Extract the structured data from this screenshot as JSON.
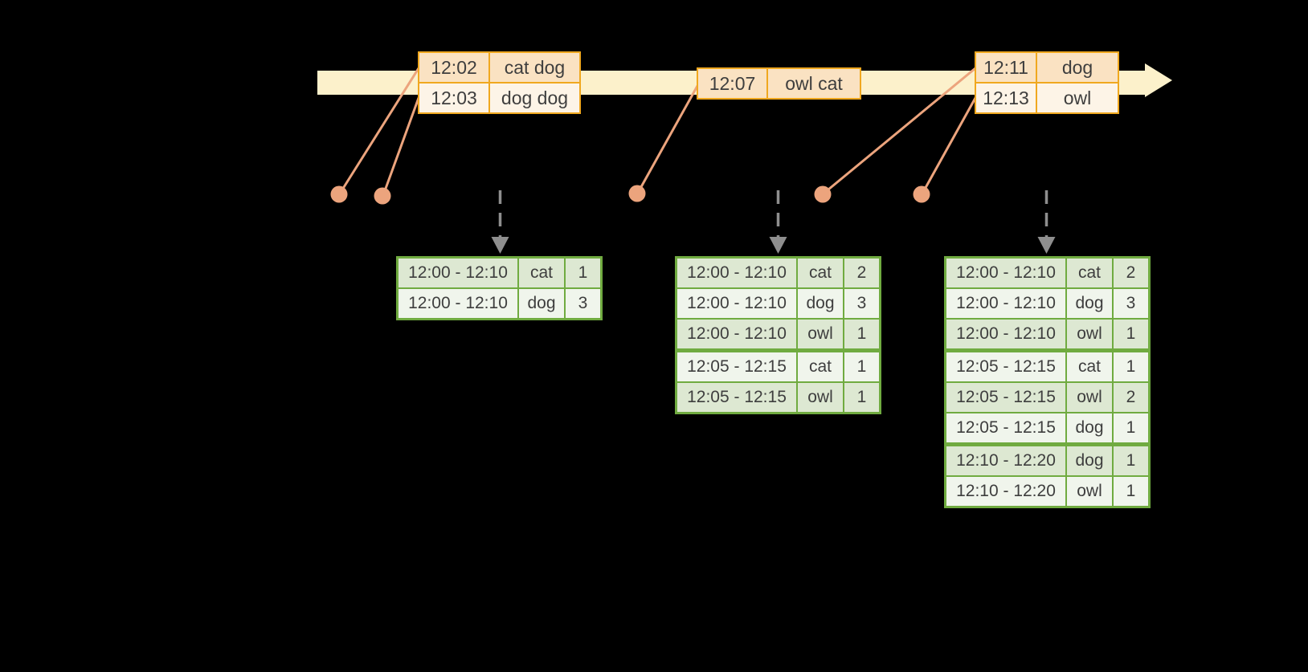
{
  "palette": {
    "background": "#000000",
    "timeline_fill": "#FCF1CB",
    "event_border": "#F0A81F",
    "event_row_dark": "#FAE2C2",
    "event_row_light": "#FDF4E7",
    "connector": "#ECA47D",
    "emit_arrow": "#8E8E8E",
    "result_border": "#70AB40",
    "result_row_dark": "#DDE8D2",
    "result_row_light": "#F0F5EC",
    "text": "#3E3E3E"
  },
  "event_tables": [
    {
      "rows": [
        {
          "time": "12:02",
          "words": "cat dog"
        },
        {
          "time": "12:03",
          "words": "dog dog"
        }
      ]
    },
    {
      "rows": [
        {
          "time": "12:07",
          "words": "owl cat"
        }
      ]
    },
    {
      "rows": [
        {
          "time": "12:11",
          "words": "dog"
        },
        {
          "time": "12:13",
          "words": "owl"
        }
      ]
    }
  ],
  "result_tables": [
    {
      "rows": [
        [
          "12:00 - 12:10",
          "cat",
          "1"
        ],
        [
          "12:00 - 12:10",
          "dog",
          "3"
        ]
      ],
      "thick_after": []
    },
    {
      "rows": [
        [
          "12:00 - 12:10",
          "cat",
          "2"
        ],
        [
          "12:00 - 12:10",
          "dog",
          "3"
        ],
        [
          "12:00 - 12:10",
          "owl",
          "1"
        ],
        [
          "12:05 - 12:15",
          "cat",
          "1"
        ],
        [
          "12:05 - 12:15",
          "owl",
          "1"
        ]
      ],
      "thick_after": [
        2
      ]
    },
    {
      "rows": [
        [
          "12:00 - 12:10",
          "cat",
          "2"
        ],
        [
          "12:00 - 12:10",
          "dog",
          "3"
        ],
        [
          "12:00 - 12:10",
          "owl",
          "1"
        ],
        [
          "12:05 - 12:15",
          "cat",
          "1"
        ],
        [
          "12:05 - 12:15",
          "owl",
          "2"
        ],
        [
          "12:05 - 12:15",
          "dog",
          "1"
        ],
        [
          "12:10 - 12:20",
          "dog",
          "1"
        ],
        [
          "12:10 - 12:20",
          "owl",
          "1"
        ]
      ],
      "thick_after": [
        2,
        5
      ]
    }
  ]
}
